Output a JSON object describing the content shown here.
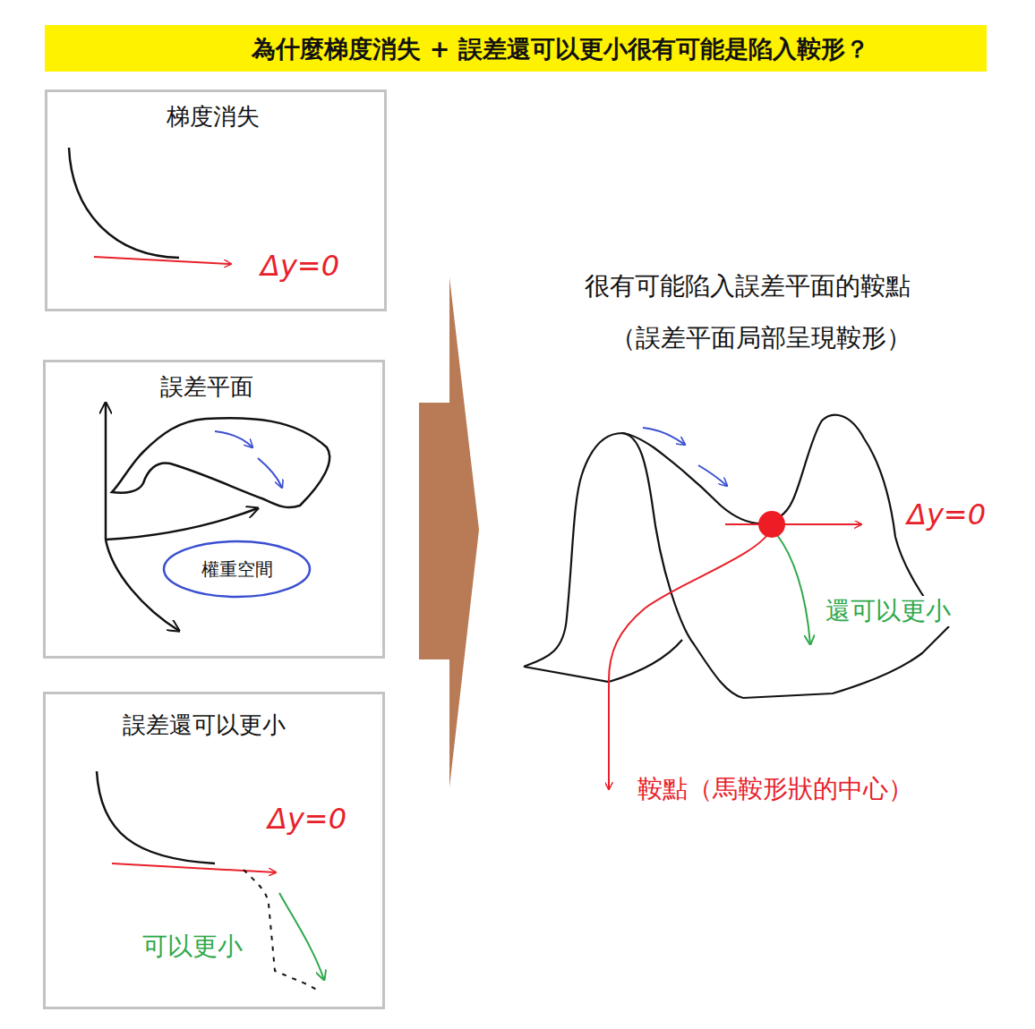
{
  "diagram": {
    "title": "為什麼梯度消失 + 誤差還可以更小很有可能是陷入鞍形？",
    "nodes": [
      {
        "text": [
          "梯度消失",
          "Δy=0"
        ]
      },
      {
        "text": [
          "誤差平面"
        ]
      },
      {
        "text": [
          "權重空間"
        ],
        "in": 1
      },
      {
        "text": [
          "誤差還可以更小",
          "Δy=0",
          "可以更小"
        ]
      }
    ],
    "labels": [
      "很有可能陷入誤差平面的鞍點",
      "（誤差平面局部呈現鞍形）",
      "Δy=0",
      "還可以更小",
      "鞍點（馬鞍形狀的中心）"
    ]
  }
}
